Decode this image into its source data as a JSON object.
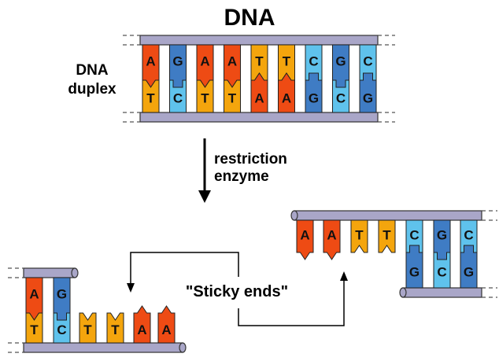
{
  "title": "DNA",
  "duplex_label_line1": "DNA",
  "duplex_label_line2": "duplex",
  "arrow_label_line1": "restriction",
  "arrow_label_line2": "enzyme",
  "sticky_label": "\"Sticky ends\"",
  "colors": {
    "A": "#ee4b14",
    "T": "#f4a50d",
    "G": "#3f7cc4",
    "C": "#5fc2ec",
    "backbone": "#a9a6c8",
    "backbone_edge": "#333333",
    "line": "#000000"
  },
  "duplex": {
    "top_strand": [
      "A",
      "G",
      "A",
      "A",
      "T",
      "T",
      "C",
      "G",
      "C"
    ],
    "bottom_strand": [
      "T",
      "C",
      "T",
      "T",
      "A",
      "A",
      "G",
      "C",
      "G"
    ]
  },
  "left_fragment": {
    "paired": [
      {
        "top": "A",
        "bottom": "T"
      },
      {
        "top": "G",
        "bottom": "C"
      }
    ],
    "overhang": [
      "T",
      "T",
      "A",
      "A"
    ]
  },
  "right_fragment": {
    "overhang": [
      "A",
      "A",
      "T",
      "T"
    ],
    "paired": [
      {
        "top": "C",
        "bottom": "G"
      },
      {
        "top": "G",
        "bottom": "C"
      },
      {
        "top": "C",
        "bottom": "G"
      }
    ]
  }
}
